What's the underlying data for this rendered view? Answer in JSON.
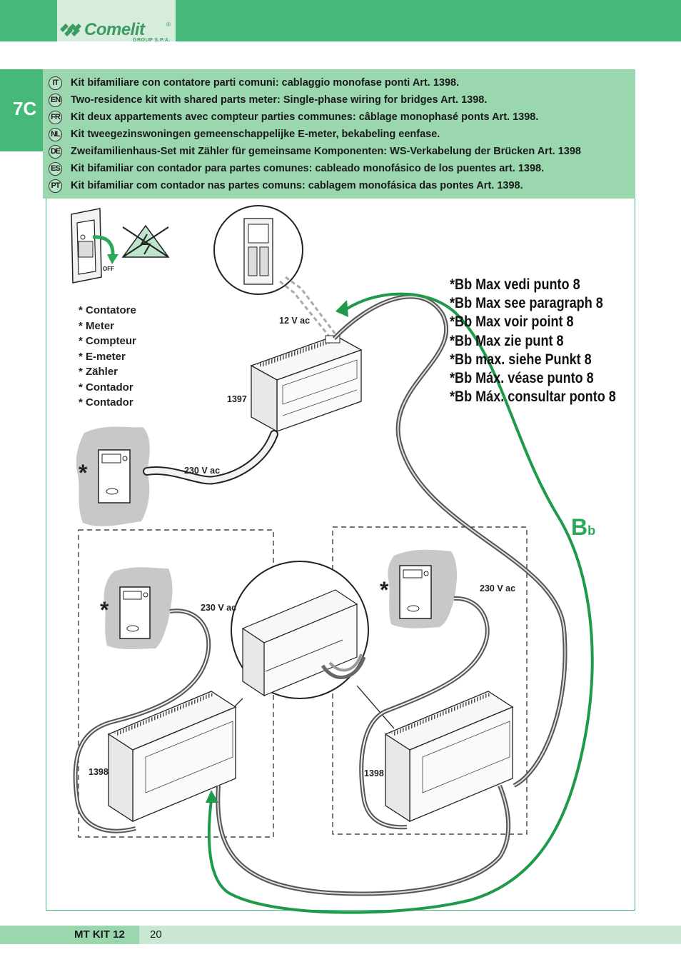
{
  "brand": {
    "name": "Comelit",
    "sub": "GROUP S.P.A.",
    "reg": "®"
  },
  "section_tab": "7C",
  "languages": [
    {
      "code": "IT",
      "text": "Kit bifamiliare con contatore parti comuni: cablaggio monofase ponti Art. 1398."
    },
    {
      "code": "EN",
      "text": "Two-residence kit with shared parts meter: Single-phase wiring for bridges Art. 1398."
    },
    {
      "code": "FR",
      "text": "Kit deux appartements avec compteur parties communes: câblage monophasé  ponts Art. 1398."
    },
    {
      "code": "NL",
      "text": "Kit tweegezinswoningen gemeenschappelijke E-meter, bekabeling eenfase."
    },
    {
      "code": "DE",
      "text": "Zweifamilienhaus-Set mit Zähler für gemeinsame Komponenten: WS-Verkabelung der Brücken Art. 1398"
    },
    {
      "code": "ES",
      "text": "Kit bifamiliar con contador para partes comunes: cableado monofásico de los puentes art. 1398."
    },
    {
      "code": "PT",
      "text": "Kit bifamiliar com contador nas partes comuns: cablagem monofásica das pontes Art. 1398."
    }
  ],
  "diagram": {
    "off_label": "OFF",
    "voltage_12": "12 V ac",
    "voltage_230_top": "230 V ac",
    "voltage_230_left": "230 V ac",
    "voltage_230_right": "230 V ac",
    "device_1397": "1397",
    "device_1398_left": "1398",
    "device_1398_right": "1398",
    "meter_items": [
      "* Contatore",
      "* Meter",
      "* Compteur",
      "* E-meter",
      "* Zähler",
      "* Contador",
      "* Contador"
    ],
    "bb_notes": [
      "*Bb Max vedi punto 8",
      "*Bb Max see paragraph 8",
      "*Bb Max voir point 8",
      "*Bb Max zie punt 8",
      "*Bb max. siehe Punkt 8",
      "*Bb Máx. véase punto 8",
      "*Bb Máx. consultar ponto 8"
    ],
    "bb_label_main": "B",
    "bb_label_sub": "b",
    "asterisk": "*"
  },
  "footer": {
    "title": "MT KIT 12",
    "page": "20"
  },
  "colors": {
    "brand_green": "#46b97a",
    "panel_green": "#9ad7ae",
    "wire_green": "#1f9a4a"
  }
}
